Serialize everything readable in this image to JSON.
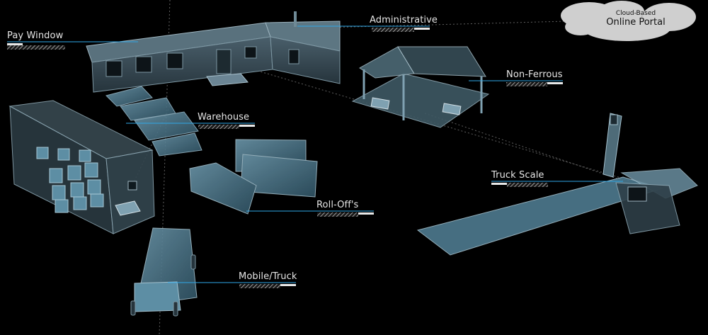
{
  "cloud": {
    "line1": "Cloud-Based",
    "line2": "Online Portal"
  },
  "labels": {
    "pay_window": "Pay Window",
    "administrative": "Administrative",
    "non_ferrous": "Non-Ferrous",
    "warehouse": "Warehouse",
    "truck_scale": "Truck Scale",
    "roll_offs": "Roll-Off's",
    "mobile_truck": "Mobile/Truck"
  },
  "colors": {
    "leader_line": "#2fa8e8",
    "label_text": "#e6e6e6",
    "building_fill": "#2e3f48",
    "glass_fill": "#4f7d92",
    "background": "#000000"
  }
}
